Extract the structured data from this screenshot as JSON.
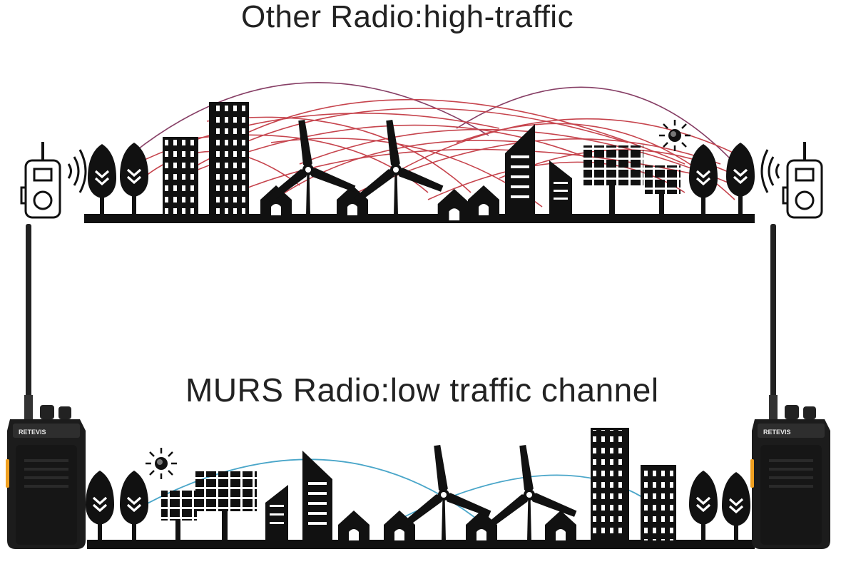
{
  "top_section": {
    "title": "Other Radio:high-traffic",
    "signal_color": "#c0303a",
    "arc_color": "#7a2a55"
  },
  "bottom_section": {
    "title": "MURS Radio:low traffic channel",
    "signal_color": "#4aa6c9"
  },
  "radio": {
    "brand": "RETEVIS",
    "accent_color": "#f0a020"
  },
  "icons": {
    "radio_outline": "walkie-talkie-icon",
    "tree": "tree-icon",
    "building": "building-icon",
    "wind_turbine": "wind-turbine-icon",
    "house": "house-icon",
    "solar_panel": "solar-panel-icon",
    "sun": "sun-icon",
    "signal_waves": "signal-waves-icon"
  }
}
